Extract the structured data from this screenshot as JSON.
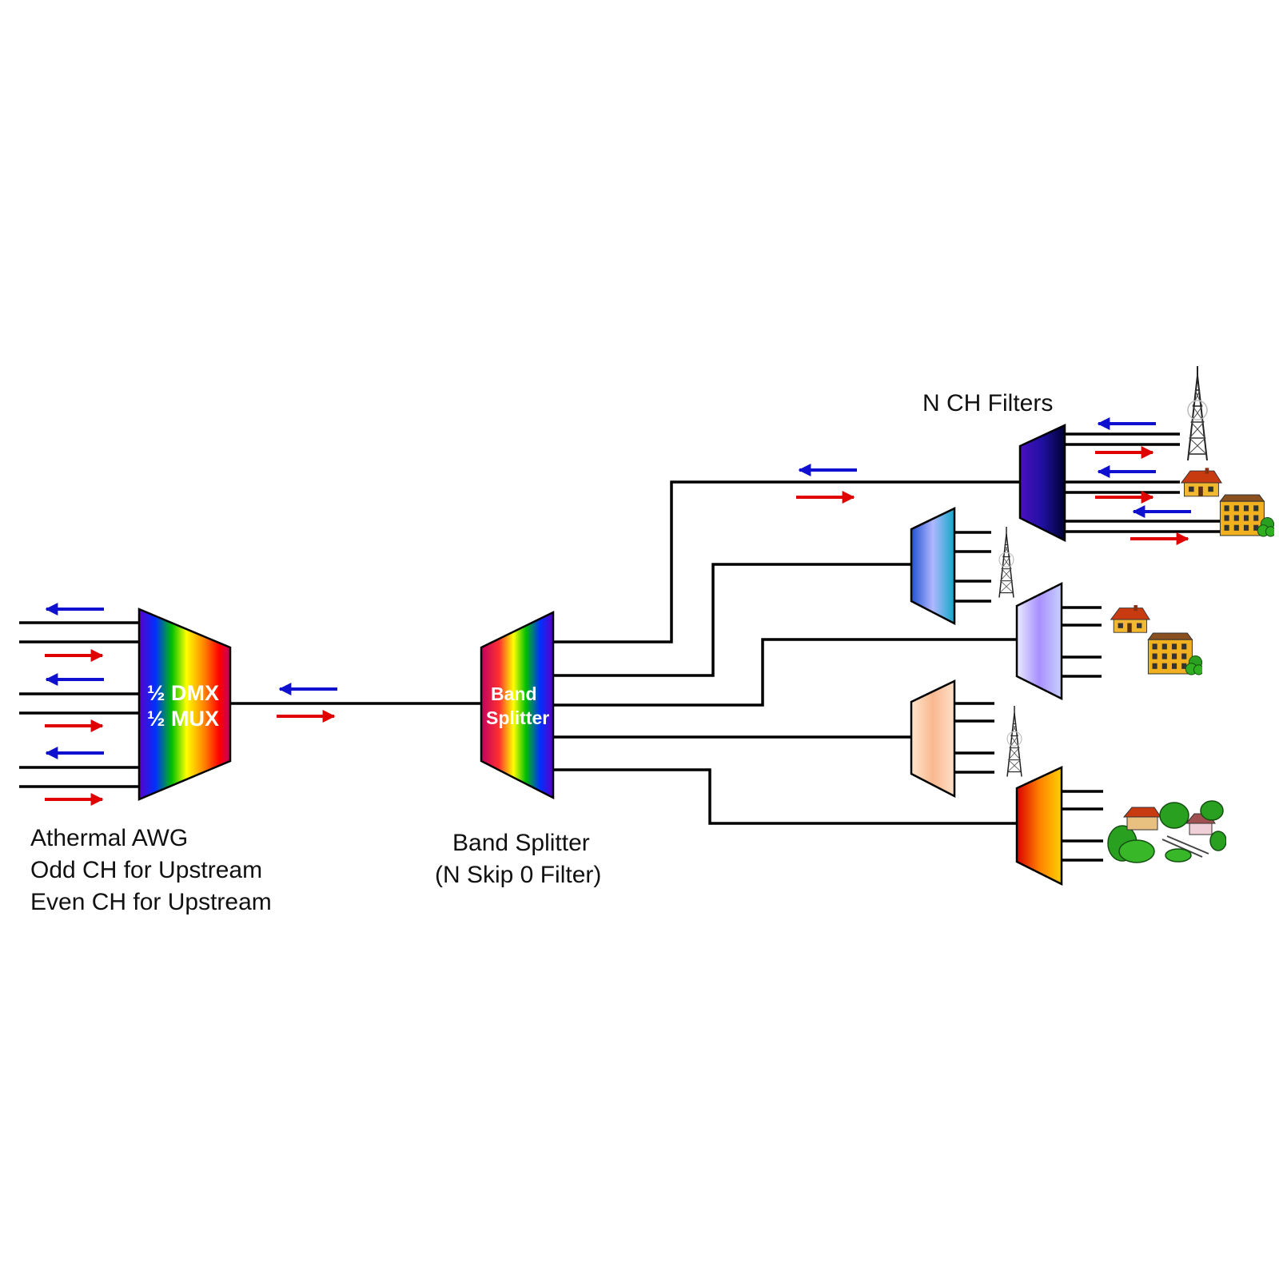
{
  "colors": {
    "downstream_arrow": "#e00000",
    "upstream_arrow": "#1010d0",
    "fiber": "#000000",
    "background": "#ffffff"
  },
  "awg": {
    "inner_line1": "½ DMX",
    "inner_line2": "½ MUX",
    "caption": [
      "Athermal AWG",
      "Odd CH for Upstream",
      "Even CH for Upstream"
    ]
  },
  "band_splitter": {
    "inner_line1": "Band",
    "inner_line2": "Splitter",
    "caption": [
      "Band Splitter",
      "(N Skip 0 Filter)"
    ]
  },
  "filters_label": "N CH Filters",
  "icons": [
    "cell-tower-icon",
    "house-icon",
    "apartment-building-icon",
    "village-icon"
  ]
}
